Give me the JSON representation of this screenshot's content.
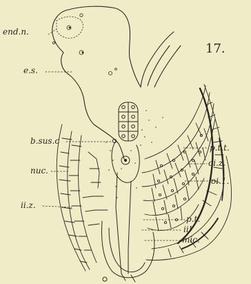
{
  "figure_number": "17.",
  "labels": {
    "end_n": "end.n.",
    "es": "e.s.",
    "bsusc": "b.sus.c",
    "nuc": "nuc.",
    "iiz": "ii.z.",
    "ptt": "p.t.t.",
    "oiz": "oi.z.",
    "oi1": "oi.1.",
    "pt": "p.t.",
    "ii": "ii!",
    "mic": "mic."
  },
  "colors": {
    "paper": "#f1ecc8",
    "ink": "#2a2622"
  }
}
